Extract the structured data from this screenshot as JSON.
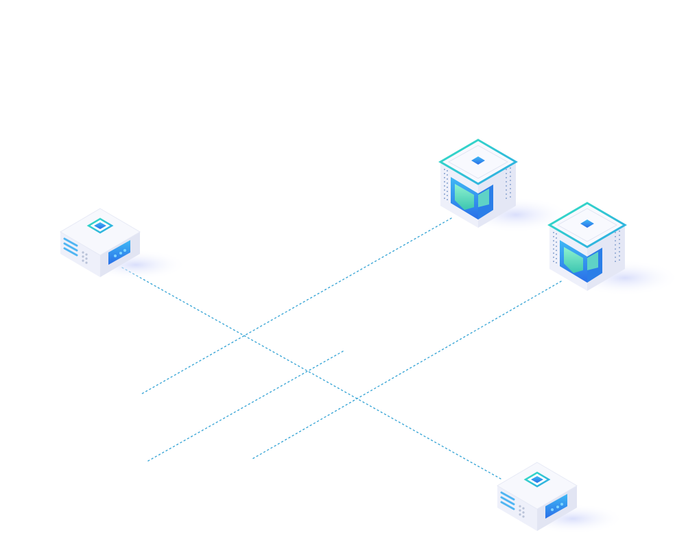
{
  "diagram": {
    "nodes": [
      {
        "id": "gateway-left",
        "kind": "gateway",
        "icon": "gateway-device-icon"
      },
      {
        "id": "server-top",
        "kind": "server",
        "icon": "server-shield-icon"
      },
      {
        "id": "server-right",
        "kind": "server",
        "icon": "server-shield-icon"
      },
      {
        "id": "gateway-bottom",
        "kind": "gateway",
        "icon": "gateway-device-icon"
      }
    ],
    "links": [
      {
        "from": "gateway-left",
        "to": "gateway-bottom",
        "style": "dotted"
      },
      {
        "from": "server-top",
        "to": "open-end-1",
        "style": "dotted"
      },
      {
        "from": "server-right",
        "to": "open-end-2",
        "style": "dotted"
      },
      {
        "from": "open-end-3",
        "to": "open-end-4",
        "style": "dotted"
      }
    ]
  },
  "colors": {
    "background": "#ffffff",
    "link": "#3aa6d6",
    "accent_teal": "#2fd6b4",
    "accent_blue": "#2f8ff0",
    "device_body": "#f4f5fb",
    "device_side": "#e3e6f3",
    "shadow": "#dfe3fb"
  }
}
